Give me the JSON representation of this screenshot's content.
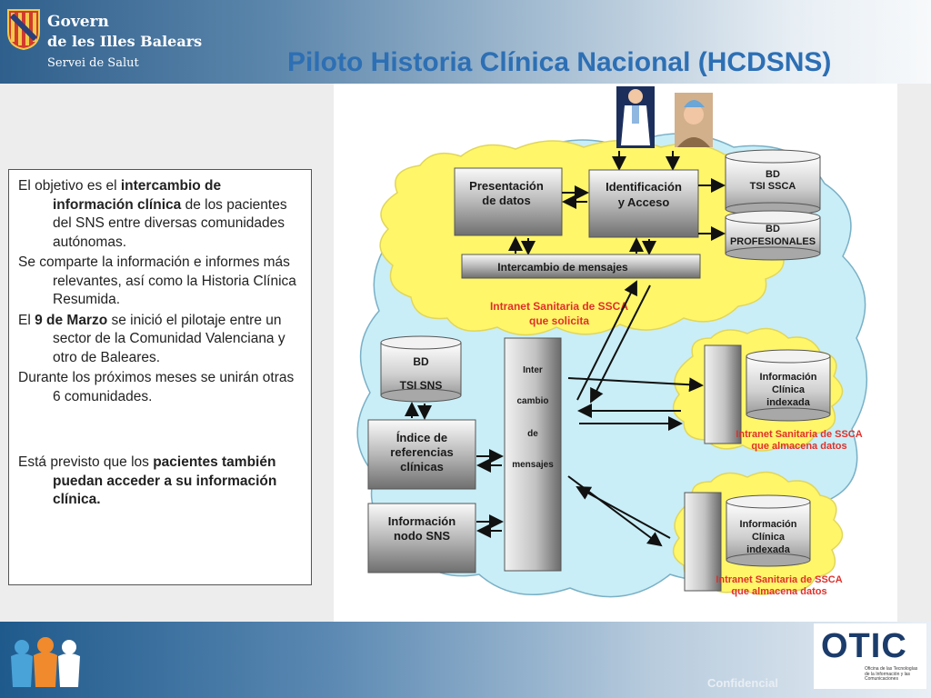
{
  "header": {
    "gov_line1": "Govern",
    "gov_line2": "de les Illes Balears",
    "gov_line3": "Servei de Salut",
    "title": "Piloto Historia Clínica Nacional (HCDSNS)"
  },
  "textbox": {
    "p1_pre": "El objetivo es el ",
    "p1_bold": "intercambio de información clínica",
    "p1_post": " de los pacientes del SNS entre diversas comunidades autónomas.",
    "p2": "Se comparte la información e informes más relevantes, así como la Historia Clínica Resumida.",
    "p3_pre": "El ",
    "p3_bold": "9 de Marzo",
    "p3_post": " se inició el pilotaje entre un sector de la Comunidad Valenciana y otro de Baleares.",
    "p4": "Durante los próximos meses se unirán otras 6 comunidades.",
    "p5_pre": "Está previsto que los ",
    "p5_bold": "pacientes también puedan acceder a su información clínica."
  },
  "diagram": {
    "presentacion_l1": "Presentación",
    "presentacion_l2": "de datos",
    "identificacion_l1": "Identificación",
    "identificacion_l2": "y Acceso",
    "bd_ssca_l1": "BD",
    "bd_ssca_l2": "TSI SSCA",
    "bd_prof_l1": "BD",
    "bd_prof_l2": "PROFESIONALES",
    "intercambio_mensajes": "Intercambio de mensajes",
    "intranet_solicita_l1": "Intranet Sanitaria de SSCA",
    "intranet_solicita_l2": "que solicita",
    "bd_sns_l1": "BD",
    "bd_sns_l2": "TSI SNS",
    "indice_l1": "Índice de",
    "indice_l2": "referencias",
    "indice_l3": "clínicas",
    "info_nodo_l1": "Información",
    "info_nodo_l2": "nodo SNS",
    "inter_l1": "Inter",
    "inter_l2": "cambio",
    "inter_l3": "de",
    "inter_l4": "mensajes",
    "info_index_l1": "Información",
    "info_index_l2": "Clínica",
    "info_index_l3": "indexada",
    "intranet_almacena_l1": "Intranet Sanitaria de SSCA",
    "intranet_almacena_l2": "que almacena datos"
  },
  "footer": {
    "otic": "OTIC",
    "otic_sub": "Oficina de las Tecnologías de la Información y las Comunicaciones",
    "confidencial": "Confidencial"
  },
  "colors": {
    "title": "#2d6fb4",
    "cloud_yellow": "#fff66a",
    "cloud_blue": "#c9eef7",
    "intranet_red": "#e0302a"
  }
}
